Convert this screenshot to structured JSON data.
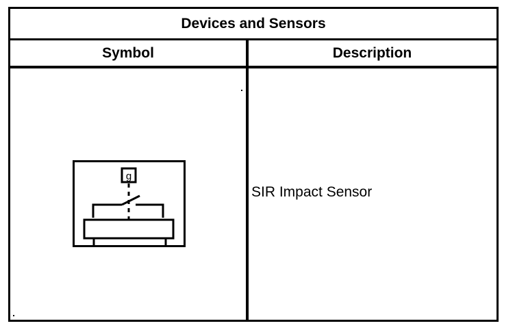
{
  "table": {
    "title": "Devices and Sensors",
    "columns": [
      "Symbol",
      "Description"
    ],
    "rows": [
      {
        "symbol_icon": "impact-sensor-switch-icon",
        "symbol_label": "g",
        "description": "SIR Impact Sensor"
      }
    ]
  }
}
